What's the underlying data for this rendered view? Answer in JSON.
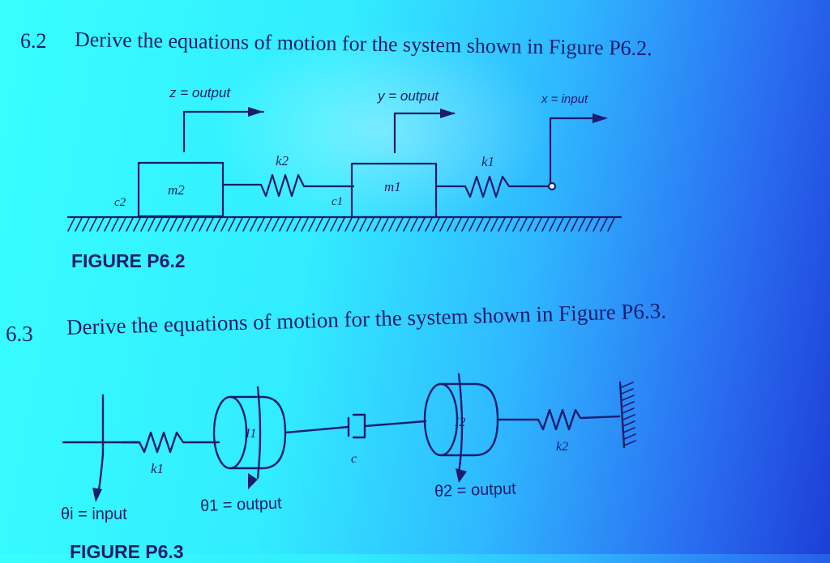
{
  "problem_62": {
    "number": "6.2",
    "statement": "Derive the equations of motion for the system shown in Figure P6.2."
  },
  "figure_62": {
    "z_label": "z = output",
    "y_label": "y = output",
    "x_label": "x = input",
    "k2": "k2",
    "k1": "k1",
    "m2": "m2",
    "m1": "m1",
    "c2": "c2",
    "c1": "c1",
    "caption": "FIGURE P6.2"
  },
  "problem_63": {
    "number": "6.3",
    "statement": "Derive the equations of motion for the system shown in Figure P6.3."
  },
  "figure_63": {
    "k1": "k1",
    "I1": "I1",
    "c": "c",
    "I2": "I2",
    "k2": "k2",
    "theta_i_label": "θi = input",
    "theta1_label": "θ1 = output",
    "theta2_label": "θ2 = output",
    "caption": "FIGURE P6.3"
  }
}
